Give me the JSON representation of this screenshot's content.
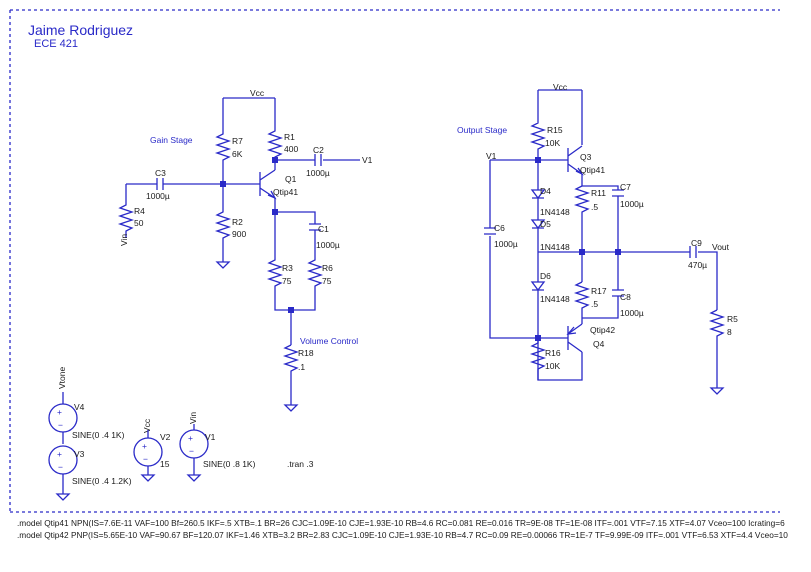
{
  "title": {
    "author": "Jaime Rodriguez",
    "course": "ECE 421"
  },
  "sections": {
    "gain": "Gain Stage",
    "output": "Output Stage",
    "volume": "Volume Control"
  },
  "nets": {
    "vcc": "Vcc",
    "v1": "V1",
    "vin": "Vin",
    "vout": "Vout",
    "vtone": "Vtone"
  },
  "components": {
    "R1": {
      "name": "R1",
      "value": "400"
    },
    "R2": {
      "name": "R2",
      "value": "900"
    },
    "R3": {
      "name": "R3",
      "value": "75"
    },
    "R4": {
      "name": "R4",
      "value": "50"
    },
    "R5": {
      "name": "R5",
      "value": "8"
    },
    "R6": {
      "name": "R6",
      "value": "75"
    },
    "R7": {
      "name": "R7",
      "value": "6K"
    },
    "R11": {
      "name": "R11",
      "value": ".5"
    },
    "R15": {
      "name": "R15",
      "value": "10K"
    },
    "R16": {
      "name": "R16",
      "value": "10K"
    },
    "R17": {
      "name": "R17",
      "value": ".5"
    },
    "R18": {
      "name": "R18",
      "value": ".1"
    },
    "C1": {
      "name": "C1",
      "value": "1000µ"
    },
    "C2": {
      "name": "C2",
      "value": "1000µ"
    },
    "C3": {
      "name": "C3",
      "value": "1000µ"
    },
    "C6": {
      "name": "C6",
      "value": "1000µ"
    },
    "C7": {
      "name": "C7",
      "value": "1000µ"
    },
    "C8": {
      "name": "C8",
      "value": "1000µ"
    },
    "C9": {
      "name": "C9",
      "value": "470µ"
    },
    "D4": {
      "name": "D4",
      "value": "1N4148"
    },
    "D5": {
      "name": "D5",
      "value": "1N4148"
    },
    "D6": {
      "name": "D6",
      "value": "1N4148"
    },
    "Q1": {
      "name": "Q1",
      "value": "Qtip41"
    },
    "Q3": {
      "name": "Q3",
      "value": "Qtip41"
    },
    "Q4": {
      "name": "Q4",
      "value": "Qtip42"
    },
    "V1": {
      "name": "V1",
      "value": "SINE(0 .8 1K)"
    },
    "V2": {
      "name": "V2",
      "value": "15"
    },
    "V3": {
      "name": "V3",
      "value": "SINE(0 .4 1.2K)"
    },
    "V4": {
      "name": "V4",
      "value": "SINE(0 .4 1K)"
    }
  },
  "directive": ".tran .3",
  "models": {
    "qtip41": ".model Qtip41 NPN(IS=7.6E-11 VAF=100 Bf=260.5 IKF=.5 XTB=.1 BR=26 CJC=1.09E-10 CJE=1.93E-10 RB=4.6 RC=0.081 RE=0.016 TR=9E-08 TF=1E-08 ITF=.001 VTF=7.15 XTF=4.07 Vceo=100 Icrating=6",
    "qtip42": ".model Qtip42 PNP(IS=5.65E-10 VAF=90.67 BF=120.07 IKF=1.46 XTB=3.2 BR=2.83 CJC=1.09E-10 CJE=1.93E-10 RB=4.7 RC=0.09 RE=0.00066 TR=1E-7 TF=9.99E-09 ITF=.001 VTF=6.53 XTF=4.4 Vceo=10"
  }
}
